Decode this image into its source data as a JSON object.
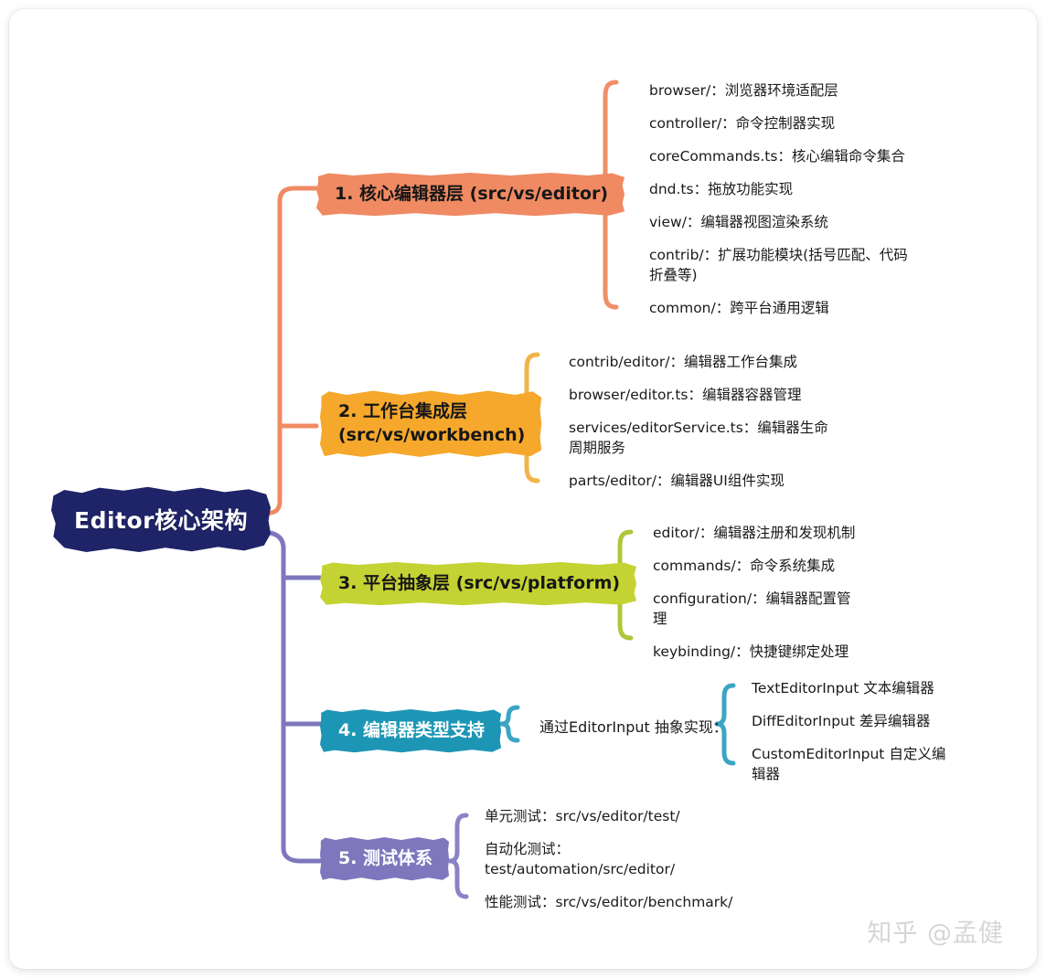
{
  "root": {
    "label": "Editor核心架构"
  },
  "watermark": {
    "text": "知乎 @孟健"
  },
  "colors": {
    "root": "#1f2468",
    "branch1": "#f08a62",
    "branch2": "#f5a82b",
    "branch3": "#c4d333",
    "branch4": "#1d96b5",
    "branch5": "#7e77bd",
    "canvas": "#ffffff",
    "text": "#1a1a1a"
  },
  "branches": [
    {
      "id": "core-editor-layer",
      "label": "1. 核心编辑器层 (src/vs/editor)",
      "color": "#f08a62",
      "leaves": [
        "browser/：浏览器环境适配层",
        "controller/：命令控制器实现",
        "coreCommands.ts：核心编辑命令集合",
        "dnd.ts：拖放功能实现",
        "view/：编辑器视图渲染系统",
        "contrib/：扩展功能模块(括号匹配、代码折叠等)",
        "common/：跨平台通用逻辑"
      ]
    },
    {
      "id": "workbench-integration-layer",
      "label": "2. 工作台集成层\n(src/vs/workbench)",
      "color": "#f5a82b",
      "leaves": [
        "contrib/editor/：编辑器工作台集成",
        "browser/editor.ts：编辑器容器管理",
        "services/editorService.ts：编辑器生命周期服务",
        "parts/editor/：编辑器UI组件实现"
      ]
    },
    {
      "id": "platform-abstraction-layer",
      "label": "3. 平台抽象层 (src/vs/platform)",
      "color": "#c4d333",
      "leaves": [
        "editor/：编辑器注册和发现机制",
        "commands/：命令系统集成",
        "configuration/：编辑器配置管理",
        "keybinding/：快捷键绑定处理"
      ]
    },
    {
      "id": "editor-type-support",
      "label": "4. 编辑器类型支持",
      "color": "#1d96b5",
      "mid_node": "通过EditorInput 抽象实现：",
      "leaves": [
        "TextEditorInput 文本编辑器",
        "DiffEditorInput 差异编辑器",
        "CustomEditorInput 自定义编辑器"
      ]
    },
    {
      "id": "testing-system",
      "label": "5. 测试体系",
      "color": "#7e77bd",
      "leaves": [
        "单元测试：src/vs/editor/test/",
        "自动化测试：test/automation/src/editor/",
        "性能测试：src/vs/editor/benchmark/"
      ]
    }
  ]
}
